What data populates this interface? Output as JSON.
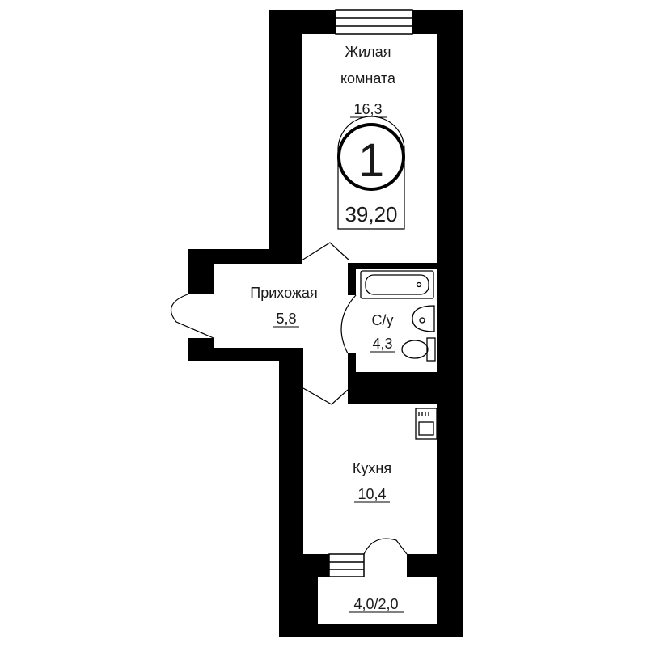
{
  "plan": {
    "rooms_count": "1",
    "total_area": "39,20",
    "rooms": [
      {
        "name": "Жилая",
        "name2": "комната",
        "area": "16,3"
      },
      {
        "name": "Прихожая",
        "area": "5,8"
      },
      {
        "name": "С/у",
        "area": "4,3"
      },
      {
        "name": "Кухня",
        "area": "10,4"
      },
      {
        "area": "4,0/2,0"
      }
    ]
  }
}
